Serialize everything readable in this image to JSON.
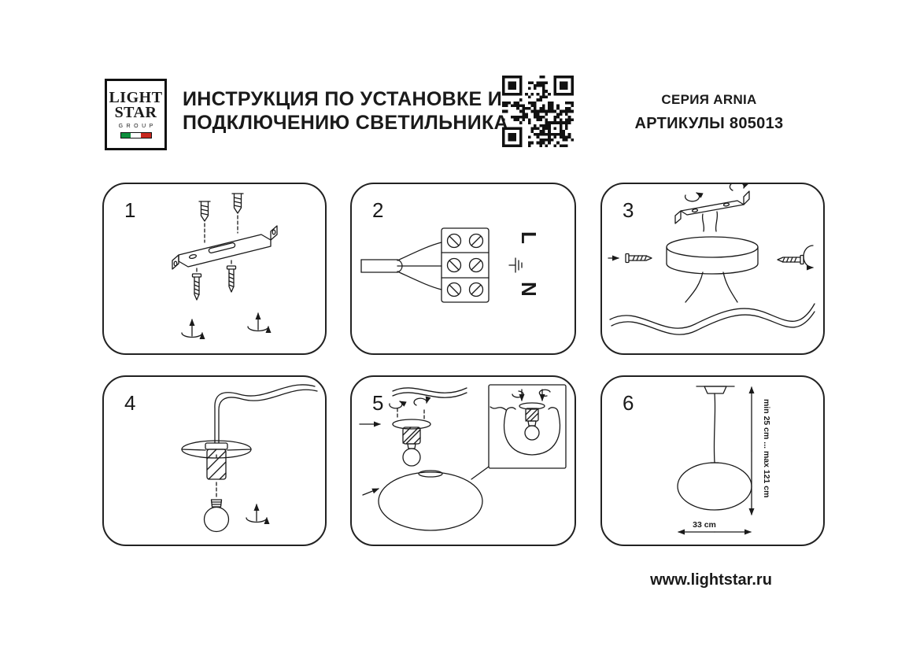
{
  "colors": {
    "ink": "#1a1a1a",
    "flag_green": "#0d8e3c",
    "flag_red": "#c8271e"
  },
  "header": {
    "logo": {
      "word1": "LIGHT",
      "word2": "STAR",
      "word3": "GROUP"
    },
    "title_line1": "ИНСТРУКЦИЯ ПО УСТАНОВКЕ И",
    "title_line2": "ПОДКЛЮЧЕНИЮ СВЕТИЛЬНИКА",
    "series": "СЕРИЯ ARNIA",
    "articles": "АРТИКУЛЫ 805013"
  },
  "panels": [
    {
      "number": "1"
    },
    {
      "number": "2",
      "wire_labels": {
        "line": "L",
        "neutral": "N"
      }
    },
    {
      "number": "3"
    },
    {
      "number": "4"
    },
    {
      "number": "5"
    },
    {
      "number": "6",
      "height_range": "min 25 cm ... max 121 cm",
      "diameter": "33 cm"
    }
  ],
  "footer": {
    "website": "www.lightstar.ru"
  }
}
